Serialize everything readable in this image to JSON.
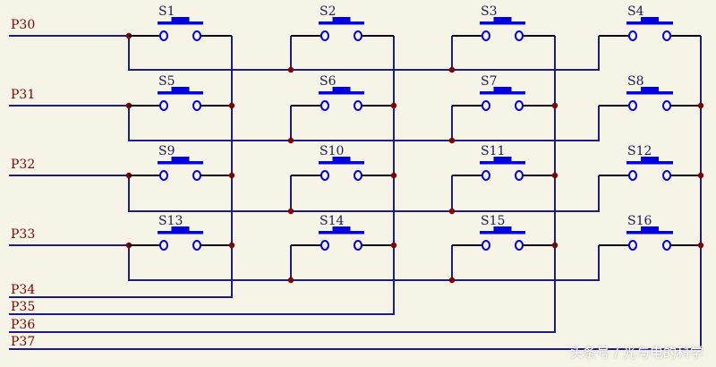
{
  "rows": [
    "P30",
    "P31",
    "P32",
    "P33"
  ],
  "columns": [
    "P34",
    "P35",
    "P36",
    "P37"
  ],
  "switches": [
    "S1",
    "S2",
    "S3",
    "S4",
    "S5",
    "S6",
    "S7",
    "S8",
    "S9",
    "S10",
    "S11",
    "S12",
    "S13",
    "S14",
    "S15",
    "S16"
  ],
  "watermark": "头条号 / 光与电的科学",
  "colors": {
    "background": "#f6f4e6",
    "wire": "#1c1c82",
    "lead": "#000000",
    "switch": "#0000e0",
    "junction": "#800000",
    "port_label": "#800000",
    "switch_label": "#1c1c50"
  }
}
